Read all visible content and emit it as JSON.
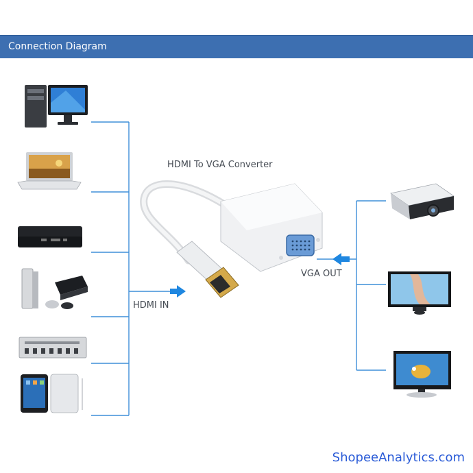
{
  "header": {
    "title": "Connection Diagram"
  },
  "diagram": {
    "adapter_label": "HDMI To VGA Converter",
    "hdmi_in_label": "HDMI IN",
    "vga_out_label": "VGA OUT",
    "source_devices": [
      "desktop-computer",
      "laptop",
      "media-box",
      "game-console",
      "dvd-player",
      "tablet"
    ],
    "display_devices": [
      "projector",
      "monitor",
      "tv"
    ],
    "line_color": "#3f8fd8",
    "arrow_color": "#1f87e0"
  },
  "watermark": {
    "text": "ShopeeAnalytics.com"
  }
}
